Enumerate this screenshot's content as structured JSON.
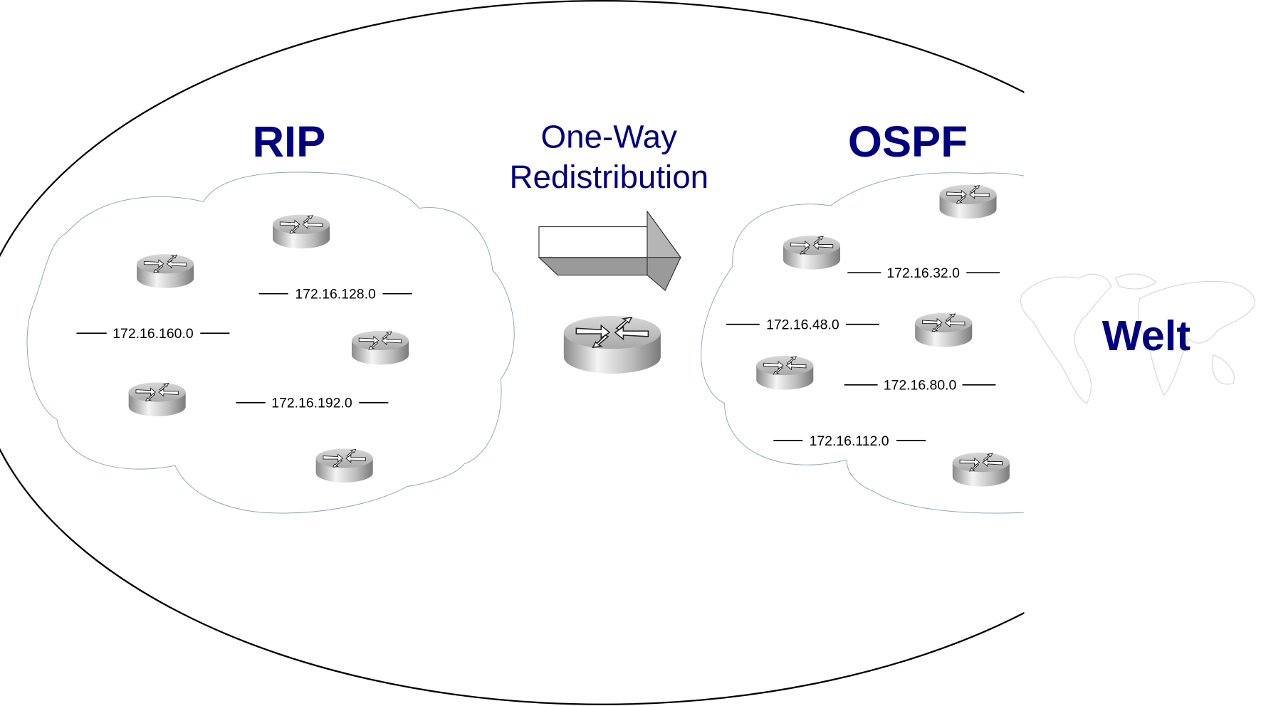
{
  "colors": {
    "title": "#000080",
    "cloud_stroke": "#8aa0a8",
    "boundary": "#000000"
  },
  "rip": {
    "label": "RIP",
    "networks": [
      "172.16.128.0",
      "172.16.160.0",
      "172.16.192.0"
    ]
  },
  "redistribution": {
    "line1": "One-Way",
    "line2": "Redistribution",
    "arrow_icon": "3d-right-arrow",
    "router_icon": "router"
  },
  "ospf": {
    "label": "OSPF",
    "networks": [
      "172.16.32.0",
      "172.16.48.0",
      "172.16.80.0",
      "172.16.112.0"
    ]
  },
  "world": {
    "label": "Welt",
    "icon": "world-map"
  }
}
